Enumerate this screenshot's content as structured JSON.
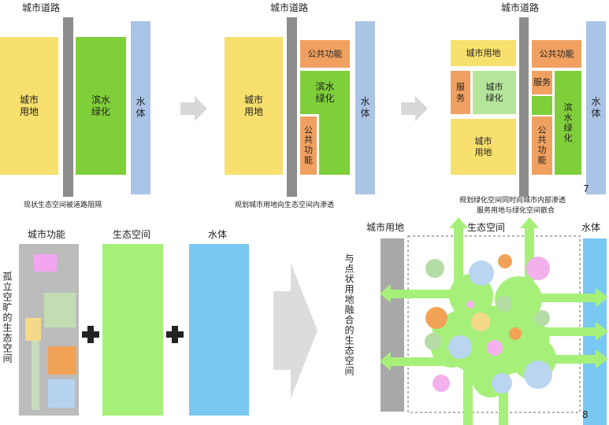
{
  "top": {
    "road_label": "城市道路",
    "panel1": {
      "urban_land": "城市\n用地",
      "waterfront_green": "滨水\n绿化",
      "water": "水\n体",
      "caption": "现状生态空间被道路阻隔"
    },
    "panel2": {
      "urban_land": "城市\n用地",
      "public_function_top": "公共功能",
      "waterfront_green": "滨水\n绿化",
      "public_function_side": "公\n共\n功\n能",
      "water": "水\n体",
      "caption": "规划城市用地向生态空间内渗透"
    },
    "panel3": {
      "urban_land_top": "城市用地",
      "service": "服\n务",
      "urban_green": "城市\n绿化",
      "urban_land_bottom": "城市\n用地",
      "public_function_top": "公共功能",
      "service_small": "服务",
      "waterfront_green": "滨\n水\n绿\n化",
      "public_function_side": "公\n共\n功\n能",
      "water": "水\n体",
      "caption_line1": "规划绿化空间同时向城市内部渗透",
      "caption_line2": "服务用地与绿化空间嵌合",
      "page_number": "7"
    }
  },
  "bottom": {
    "urban_function": "城市功能",
    "eco_space": "生态空间",
    "water": "水体",
    "left_vertical": "孤立空旷的生态空间",
    "plus": "+",
    "middle_vertical": "与点状用地融合的生态空间",
    "right_urban_land": "城市用地",
    "right_eco_space": "生态空间",
    "right_water": "水体",
    "page_number": "8"
  },
  "colors": {
    "urban_yellow": "#f7e06d",
    "green": "#7fcf3a",
    "light_green": "#b5e59b",
    "orange": "#f0a060",
    "water_blue": "#aac4e6",
    "road_gray": "#8c8c8c",
    "eco_green": "#a6f07a",
    "water_cyan": "#79c8f2"
  }
}
